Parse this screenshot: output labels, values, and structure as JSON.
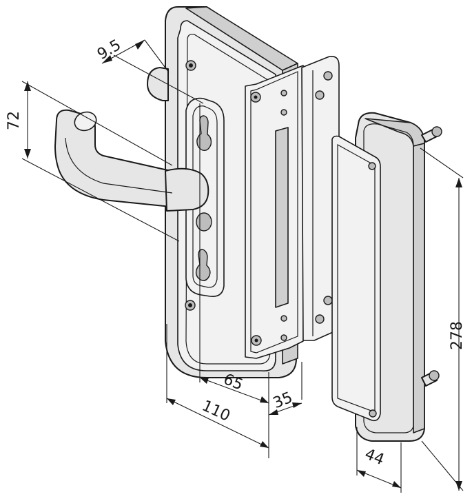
{
  "dimensions": {
    "d1": "9.5",
    "d2": "72",
    "d3": "65",
    "d4": "35",
    "d5": "110",
    "d6": "278",
    "d7": "44"
  }
}
